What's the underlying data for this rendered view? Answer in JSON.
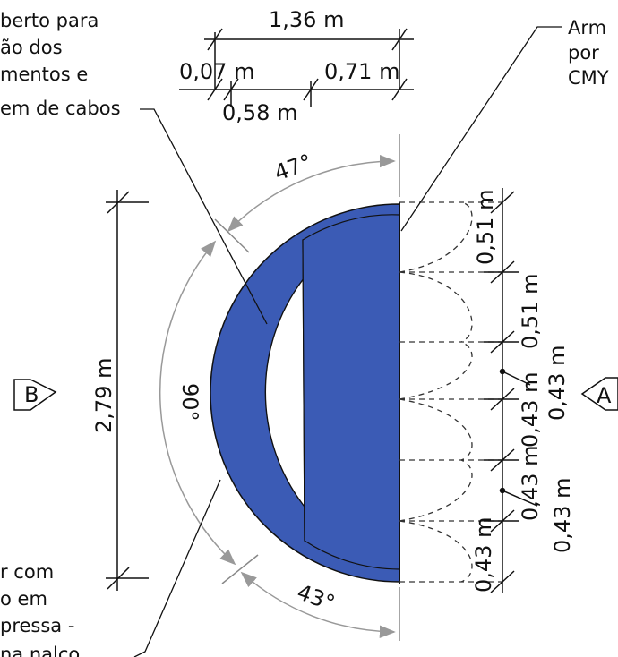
{
  "dimensions": {
    "total_width": "1,36 m",
    "offset_left": "0,07 m",
    "offset_right": "0,71 m",
    "inner_width": "0,58 m",
    "height": "2,79 m",
    "seg_1": "0,51 m",
    "seg_2": "0,51 m",
    "seg_3": "0,43 m",
    "seg_4": "0,43 m",
    "seg_5": "0,43 m",
    "seg_6": "0,43 m",
    "seg_7": "0,43 m"
  },
  "angles": {
    "top": "47°",
    "center": "90°",
    "bottom": "43°"
  },
  "markers": {
    "left": "B",
    "right": "A"
  },
  "notes": {
    "top_left": [
      "berto para",
      "ão dos",
      "mentos e",
      "em de cabos"
    ],
    "top_right": [
      "Arm",
      "por",
      "CMY"
    ],
    "bottom_left": [
      "r com",
      "o em",
      "pressa -",
      "na nalco"
    ]
  },
  "colors": {
    "fill": "#3b5bb5",
    "line": "#111111",
    "dim_line": "#888888"
  }
}
